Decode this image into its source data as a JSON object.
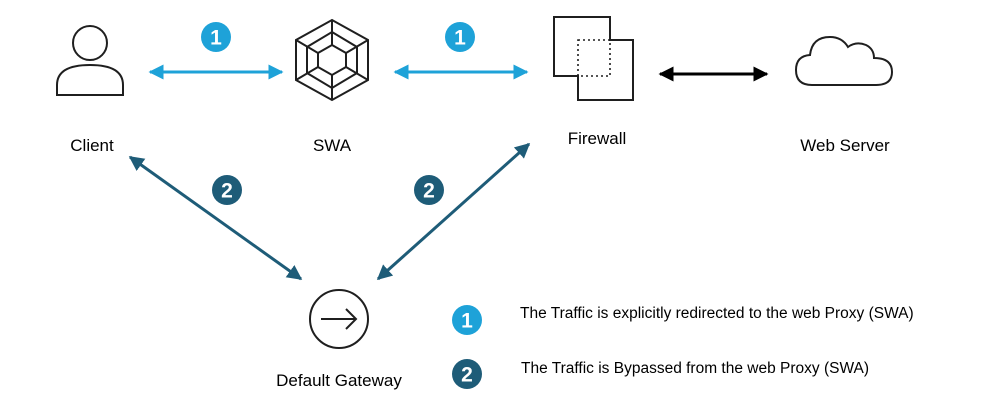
{
  "colors": {
    "type1": "#1ea2d8",
    "type2": "#1e5c78",
    "outline": "#1f1f1f",
    "server_link": "#000000"
  },
  "nodes": {
    "client": {
      "label": "Client",
      "icon": "person-icon"
    },
    "swa": {
      "label": "SWA",
      "icon": "hexagon-cube-icon"
    },
    "firewall": {
      "label": "Firewall",
      "icon": "firewall-icon"
    },
    "web_server": {
      "label": "Web Server",
      "icon": "cloud-icon"
    },
    "gateway": {
      "label": "Default Gateway",
      "icon": "arrow-circle-icon"
    }
  },
  "badges": {
    "one": "1",
    "two": "2"
  },
  "legend": [
    {
      "badge": "1",
      "text": "The Traffic is explicitly redirected to the web Proxy (SWA)"
    },
    {
      "badge": "2",
      "text": "The Traffic is Bypassed from the web Proxy (SWA)"
    }
  ]
}
